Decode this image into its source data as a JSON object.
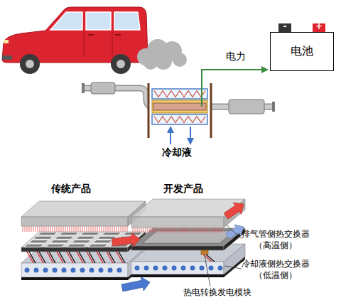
{
  "diagram": {
    "nodes": [
      {
        "text": [
          "电池"
        ]
      }
    ],
    "labels": [
      "电力",
      "-",
      "+",
      "冷却液",
      "传统产品",
      "开发产品",
      "排气管侧热交换器 （高温侧）",
      "冷却液侧热交换器 （低温侧）",
      "热电转换发电模块"
    ]
  }
}
